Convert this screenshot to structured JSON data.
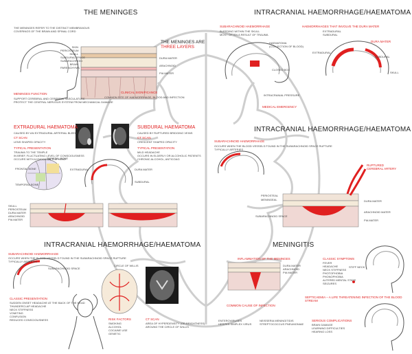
{
  "meninges": {
    "title": "THE MENINGES",
    "intro": [
      "THE MENINGES REFER TO THE DISTINCT MEMBRANOUS",
      "COVERINGS OF THE BRAIN AND SPINAL CORD"
    ],
    "three_layers": [
      "THE MENINGES ARE",
      "THREE LAYERS"
    ],
    "layer_labels": [
      "SKIN",
      "PERIOSTEUM",
      "SKULL",
      "SUBDURAL SPACE",
      "SUBARACHNOID",
      "BRAIN",
      "PARENCHYMA"
    ],
    "right_labels": [
      "DURA MATER",
      "ARACHNOID",
      "PIA MATER"
    ],
    "function_title": "MENINGES FUNCTION",
    "function_items": [
      "SUPPORT CEREBRAL AND CEREBRAL VASCULATURE",
      "PROTECT THE CENTRAL NERVOUS SYSTEM FROM MECHANICAL DAMAGE"
    ],
    "site_title": "CLINICAL SIGNIFICANCE",
    "site_text": "COMMON SITE OF HAEMORRHAGE, BLOOD AND INFECTION"
  },
  "haem_top": {
    "title": "INTRACRANIAL HAEMORRHAGE/HAEMATOMA",
    "sub_title": "SUBARACHNOID HAEMORRHAGE",
    "sub_items": [
      "BLEEDING WITHIN THE SKULL",
      "MOST OFTEN A RESULT OF TRAUMA"
    ],
    "types_title": "HAEMORRHAGES THAT INVOLVE THE DURA MATER",
    "types": [
      "EXTRADURAL",
      "SUBDURAL"
    ],
    "labels": [
      "HAEMATOMA",
      "(COLLECTION OF BLOOD)",
      "CLOSED BOX",
      "INTRACRANIAL PRESSURE",
      "MEDICAL EMERGENCY"
    ],
    "right_labels": [
      "DURA MATER",
      "EXTRADURAL",
      "SUBDURAL",
      "SKULL"
    ]
  },
  "extradural": {
    "title": "EXTRADURAL HAEMATOMA",
    "cause": "CAUSED BY AN EXTRADURAL ARTERIAL BLEED",
    "ct_title": "CT SCAN",
    "ct_text": "LENS SHAPED OPACITY",
    "pres_title": "TYPICAL PRESENTATION",
    "pres_items": [
      "TRAUMA TO THE TEMPLE",
      "IN BRIEF, FLUCTUATING LEVEL OF CONSCIOUSNESS",
      "OCCURS WITH A KNOCK ON THE HEAD"
    ],
    "bone_labels": [
      "FRONTAL BONE",
      "PARIETAL BONE",
      "TEMPORAL BONE"
    ],
    "layer_labels": [
      "SKULL",
      "PERIOSTEUM",
      "DURA MATER",
      "ARACHNOID",
      "PIA MATER"
    ]
  },
  "subdural": {
    "title": "SUBDURAL HAEMATOMA",
    "cause": "CAUSED BY RUPTURED BRIDGING VEINS",
    "ct_title": "CT SCAN",
    "ct_text": "CRESCENT SHAPED OPACITY",
    "pres_title": "TYPICAL PRESENTATION",
    "pres_items": [
      "MILD HEADACHE",
      "OCCURS IN ELDERLY OR ALCOHOLIC PATIENTS",
      "CHRONIC ALCOHOL, ANTICOAG"
    ],
    "labels": [
      "EXTRADURAL",
      "DURA MATER",
      "SUBDURAL"
    ]
  },
  "haem_mid": {
    "title": "INTRACRANIAL HAEMORRHAGE/HAEMATOMA",
    "sub_title": "SUBARACHNOID HAEMORRHAGE",
    "sub_items": [
      "OCCURS WHEN THE BLOOD VESSELS FOUND IN THE SUBARACHNOID SPACE RUPTURE",
      "TYPICALLY ARTERIES"
    ],
    "labels": [
      "RUPTURED CEREBRAL ARTERY",
      "PERIOSTEAL",
      "MENINGEAL",
      "DURA MATER",
      "ARACHNOID MATER",
      "PIA MATER",
      "SUBARACHNOID SPACE"
    ]
  },
  "haem_bottom": {
    "title": "INTRACRANIAL HAEMORRHAGE/HAEMATOMA",
    "sub_title": "SUBARACHNOID HAEMORRHAGE",
    "sub_items": [
      "OCCURS WHEN THE BLOOD VESSELS FOUND IN THE SUBARACHNOID SPACE RUPTURE",
      "TYPICALLY ARTERIES"
    ],
    "labels": [
      "SUBARACHNOID SPACE",
      "CIRCLE OF WILLIS"
    ],
    "pres_title": "CLASSIC PRESENTATION",
    "pres_items": [
      "SUDDEN ONSET HEADACHE AT THE BACK OF THE HEAD",
      "THUNDERCLAP HEADACHE",
      "NECK STIFFNESS",
      "VOMITING",
      "CONFUSION",
      "REDUCED CONSCIOUSNESS"
    ],
    "risk_title": "RISK FACTORS",
    "risk_items": [
      "SMOKING",
      "ALCOHOL",
      "COCAINE USE",
      "GENETIC"
    ],
    "ct_title": "CT SCAN",
    "ct_text": [
      "AREA OF HYPERDENSITY (OR BRIGHTNESS)",
      "AROUND THE CIRCLE OF WILLIS"
    ]
  },
  "meningitis": {
    "title": "MENINGITIS",
    "inflam_title": "INFLAMMATION OF THE MENINGES",
    "labels": [
      "DURA MATER",
      "ARACHNOID",
      "PIA MATER"
    ],
    "signs_title": "CLASSIC SYMPTOMS",
    "signs": [
      "FEVER",
      "HEADACHE",
      "NECK STIFFNESS",
      "PHOTOPHOBIA",
      "PHONOPHOBIA",
      "ALTERED MENTAL STATE",
      "SEIZURES"
    ],
    "stiff": "STIFF NECK",
    "cause_title": "COMMON CAUSE OF INFECTION",
    "causes_left": [
      "ENTEROVIRUSES",
      "HERPES SIMPLEX VIRUS"
    ],
    "causes_right": [
      "NEISSERIA MENINGITIDIS",
      "STREPTOCOCCUS PNEUMONIAE"
    ],
    "sepsis": "SEPTICAEMIA – A LIFE THREATENING INFECTION OF THE BLOOD STREAM",
    "complications_title": "SERIOUS COMPLICATIONS",
    "complications": [
      "BRAIN DAMAGE",
      "LEARNING DIFFICULTIES",
      "HEARING LOSS"
    ]
  }
}
